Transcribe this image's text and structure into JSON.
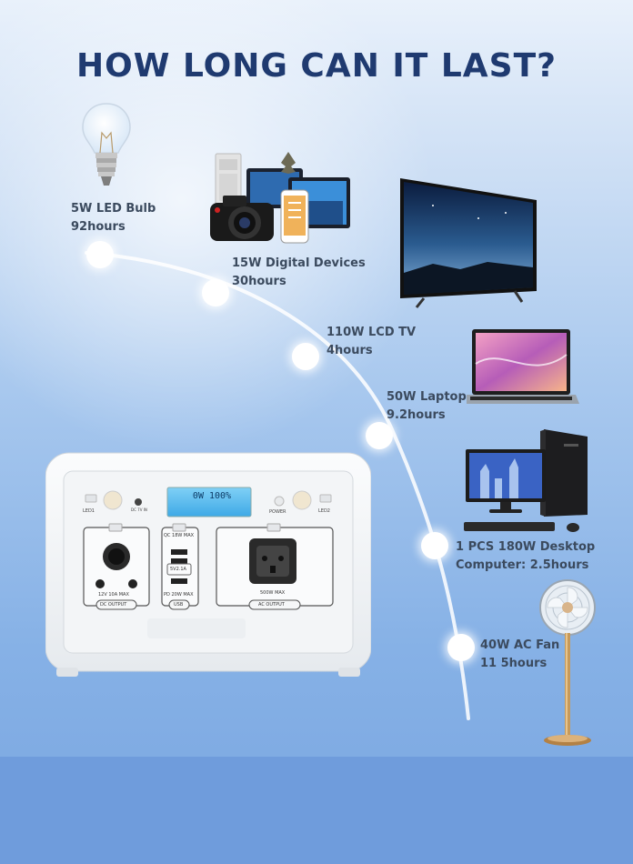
{
  "title": "HOW LONG CAN IT LAST?",
  "items": [
    {
      "name": "5W LED Bulb",
      "duration": "92hours"
    },
    {
      "name": "15W Digital Devices",
      "duration": "30hours"
    },
    {
      "name": "110W LCD TV",
      "duration": "4hours"
    },
    {
      "name": "50W Laptop",
      "duration": "9.2hours"
    },
    {
      "name": "1 PCS 180W Desktop",
      "duration": "Computer: 2.5hours"
    },
    {
      "name": "40W AC Fan",
      "duration": "11 5hours"
    }
  ],
  "device": {
    "led1": "LED1",
    "led2": "LED2",
    "power": "POWER",
    "dc_output": "DC OUTPUT",
    "dc_spec": "12V 10A MAX",
    "usb": "USB",
    "usb_qc": "QC 18W MAX",
    "usb_5v": "5V2.1A",
    "usb_pd": "PD 20W MAX",
    "ac_output": "AC OUTPUT",
    "ac_spec": "500W MAX",
    "dc_in": "DC 7V IN",
    "lcd_text": "0W 100%"
  }
}
